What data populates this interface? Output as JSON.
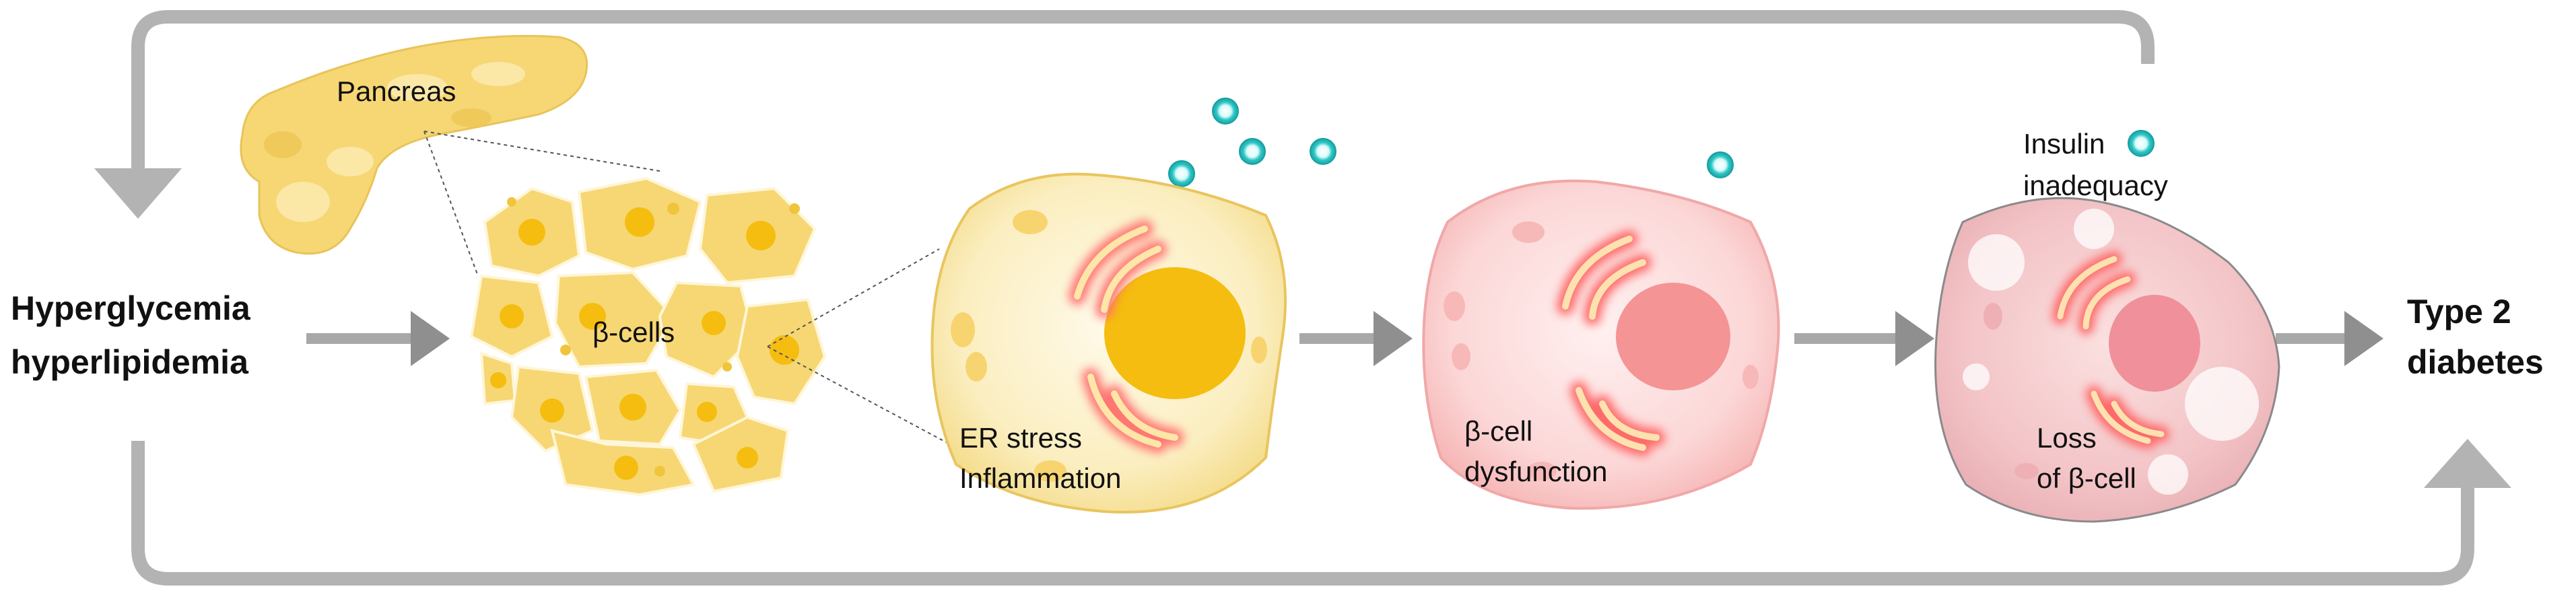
{
  "labels": {
    "input_line1": "Hyperglycemia",
    "input_line2": "hyperlipidemia",
    "pancreas": "Pancreas",
    "beta_cells": "β-cells",
    "stage1_line1": "ER stress",
    "stage1_line2": "Inflammation",
    "stage2_line1": "β-cell",
    "stage2_line2": "dysfunction",
    "insulin_line1": "Insulin",
    "insulin_line2": "inadequacy",
    "stage3_line1": "Loss",
    "stage3_line2": "of β-cell",
    "output_line1": "Type 2",
    "output_line2": "diabetes"
  },
  "colors": {
    "arrow_gray": "#b3b3b3",
    "pancreas_yellow": "#f6d774",
    "nucleus_yellow": "#f5bd0f",
    "cell_pink": "#fbd2d2",
    "nucleus_pink": "#f49494",
    "insulin_cyan": "#2ec5c5",
    "er_glow": "#ff6a6a"
  }
}
